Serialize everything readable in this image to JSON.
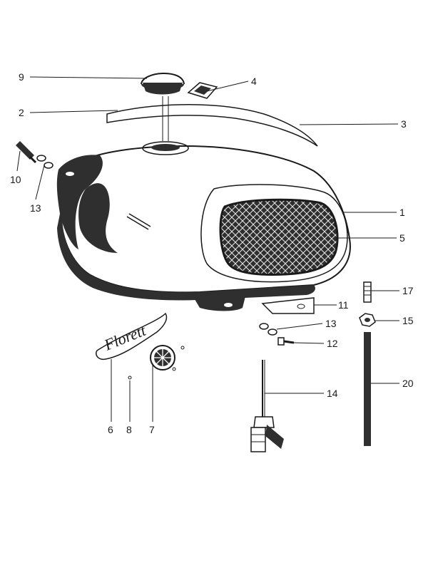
{
  "callouts": [
    {
      "id": "9",
      "text": "9"
    },
    {
      "id": "4",
      "text": "4"
    },
    {
      "id": "2",
      "text": "2"
    },
    {
      "id": "3",
      "text": "3"
    },
    {
      "id": "10",
      "text": "10"
    },
    {
      "id": "13a",
      "text": "13"
    },
    {
      "id": "1",
      "text": "1"
    },
    {
      "id": "5",
      "text": "5"
    },
    {
      "id": "17",
      "text": "17"
    },
    {
      "id": "11",
      "text": "11"
    },
    {
      "id": "15",
      "text": "15"
    },
    {
      "id": "13b",
      "text": "13"
    },
    {
      "id": "12",
      "text": "12"
    },
    {
      "id": "20",
      "text": "20"
    },
    {
      "id": "14",
      "text": "14"
    },
    {
      "id": "6",
      "text": "6"
    },
    {
      "id": "8",
      "text": "8"
    },
    {
      "id": "7",
      "text": "7"
    }
  ],
  "badge": {
    "script_text": "Florett"
  },
  "colors": {
    "ink": "#1a1a1a",
    "paper": "#ffffff",
    "shade": "#3a3a3a"
  }
}
